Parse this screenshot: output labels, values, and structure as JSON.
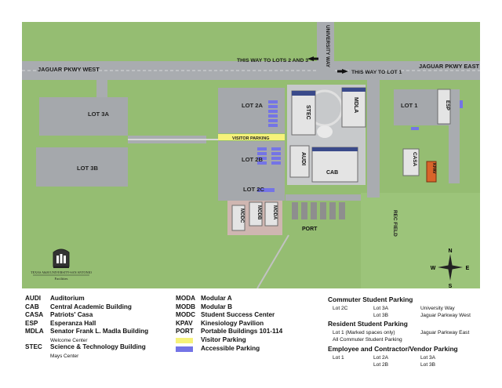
{
  "roads": {
    "west": "JAGUAR PKWY WEST",
    "east": "JAGUAR PKWY EAST",
    "university_way": "UNIVERSITY WAY",
    "to_lots_2_3": "THIS WAY TO LOTS 2 AND 3",
    "to_lot_1": "THIS WAY TO LOT 1"
  },
  "lots": {
    "lot3a": "LOT 3A",
    "lot3b": "LOT 3B",
    "lot2a": "LOT 2A",
    "lot2b": "LOT 2B",
    "lot2c": "LOT 2C",
    "lot1": "LOT 1"
  },
  "labels": {
    "visitor_parking": "VISITOR PARKING",
    "rec_field": "REC FIELD"
  },
  "buildings": {
    "stec": "STEC",
    "mdla": "MDLA",
    "esp": "ESP",
    "audi": "AUDI",
    "cab": "CAB",
    "casa": "CASA",
    "kpav": "KPAV",
    "moda": "MODA",
    "modb": "MODB",
    "modc": "MODC",
    "port": "PORT"
  },
  "compass": {
    "n": "N",
    "s": "S",
    "e": "E",
    "w": "W"
  },
  "logo": {
    "line1": "TEXAS A&M UNIVERSITY-SAN ANTONIO",
    "line2": "Facilities"
  },
  "colors": {
    "visitor": "#f6f27a",
    "accessible": "#7474e6"
  },
  "legend": {
    "col1": [
      {
        "code": "AUDI",
        "name": "Auditorium"
      },
      {
        "code": "CAB",
        "name": "Central Academic Building"
      },
      {
        "code": "CASA",
        "name": "Patriots' Casa"
      },
      {
        "code": "ESP",
        "name": "Esperanza Hall"
      },
      {
        "code": "MDLA",
        "name": "Senator Frank L. Madla Building"
      },
      {
        "code": "",
        "name": "",
        "sub": "Welcome Center"
      },
      {
        "code": "STEC",
        "name": "Science & Technology Building"
      },
      {
        "code": "",
        "name": "",
        "sub": "Mays Center"
      }
    ],
    "col2": [
      {
        "code": "MODA",
        "name": "Modular A"
      },
      {
        "code": "MODB",
        "name": "Modular B"
      },
      {
        "code": "MODC",
        "name": "Student Success Center"
      },
      {
        "code": "KPAV",
        "name": "Kinesiology Pavilion"
      },
      {
        "code": "PORT",
        "name": "Portable Buildings 101-114"
      }
    ],
    "visitor_label": "Visitor Parking",
    "accessible_label": "Accessible Parking"
  },
  "parking": {
    "commuter_title": "Commuter Student Parking",
    "commuter": [
      "Lot 2C",
      "Lot 3A",
      "University Way",
      "Lot 3B",
      "Jaguar Parkway West"
    ],
    "resident_title": "Resident Student Parking",
    "resident": [
      "Lot 1 (Marked spaces only)",
      "Jaguar Parkway East",
      "All Commuter Student Parking"
    ],
    "employee_title": "Employee and Contractor/Vendor Parking",
    "employee": [
      "Lot 1",
      "Lot 2A",
      "Lot 3A",
      "Lot 2B",
      "Lot 3B"
    ]
  }
}
